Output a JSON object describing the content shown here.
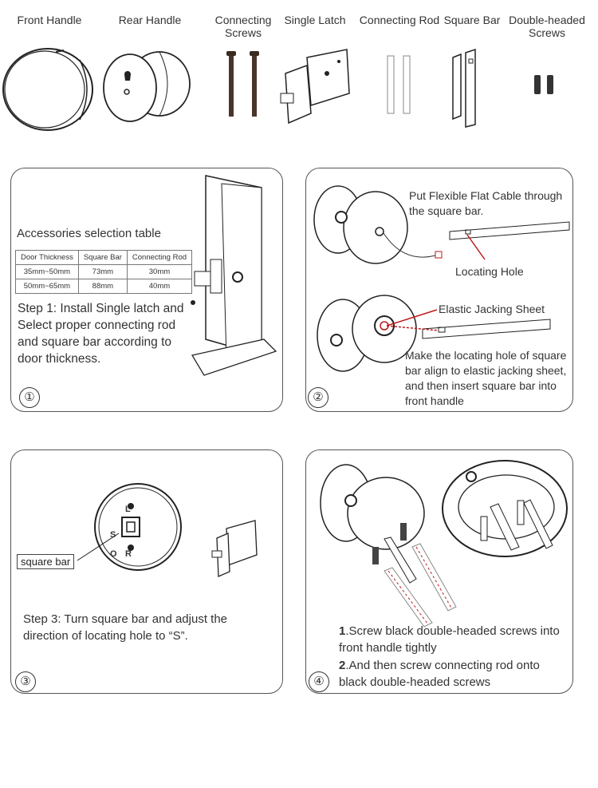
{
  "parts": [
    {
      "label": "Front Handle"
    },
    {
      "label": "Rear Handle"
    },
    {
      "label": "Connecting Screws"
    },
    {
      "label": "Single Latch"
    },
    {
      "label": "Connecting Rod"
    },
    {
      "label": "Square Bar"
    },
    {
      "label": "Double-headed Screws"
    }
  ],
  "step1": {
    "table_title": "Accessories selection table",
    "table_headers": [
      "Door Thickness",
      "Square Bar",
      "Connecting Rod"
    ],
    "table_rows": [
      [
        "35mm~50mm",
        "73mm",
        "30mm"
      ],
      [
        "50mm~65mm",
        "88mm",
        "40mm"
      ]
    ],
    "text": "Step 1: Install Single latch and Select proper connecting rod and square bar according to door thickness.",
    "number": "①"
  },
  "step2": {
    "cable_text": "Put Flexible Flat Cable through the square bar.",
    "locating_hole": "Locating Hole",
    "elastic_sheet": "Elastic Jacking Sheet",
    "align_text": "Make the locating hole of square bar align to elastic jacking sheet, and then insert square bar into front handle",
    "number": "②"
  },
  "step3": {
    "square_bar_label": "square bar",
    "letter_s": "S",
    "letter_l": "L",
    "letter_r": "R",
    "letter_o": "O",
    "text": "Step 3: Turn square bar and adjust the direction of locating hole to “S”.",
    "number": "③"
  },
  "step4": {
    "line1_num": "1",
    "line1": ".Screw black double-headed screws into front handle tightly",
    "line2_num": "2",
    "line2": ".And then screw connecting rod onto black double-headed screws",
    "number": "④"
  },
  "colors": {
    "accent_red": "#c0191c",
    "outline": "#555555"
  }
}
